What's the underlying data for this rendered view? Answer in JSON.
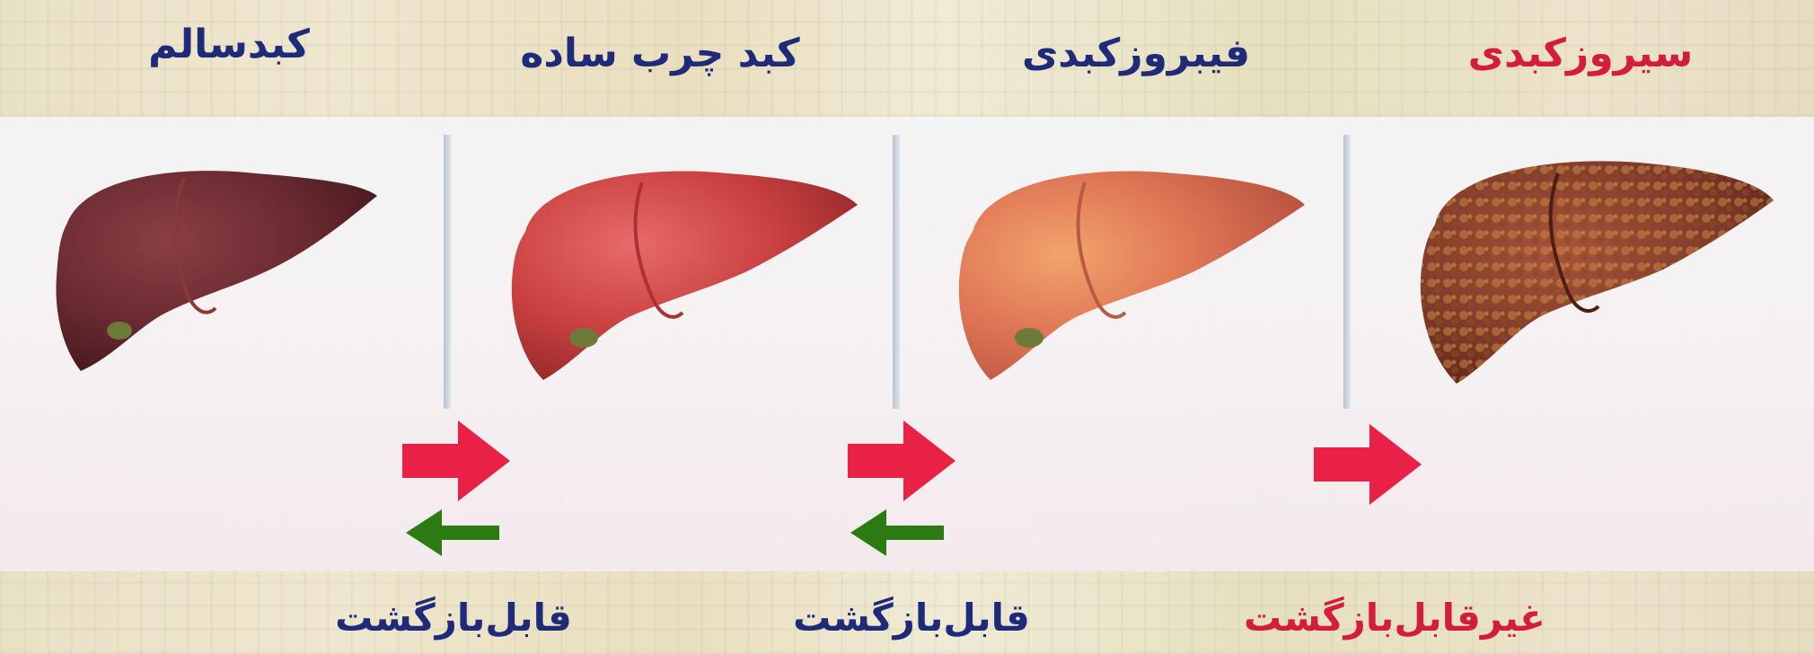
{
  "colors": {
    "title_normal": "#1f2a78",
    "title_alert": "#d41c3c",
    "forward_arrow": "#ea2146",
    "backward_arrow": "#2c7a12"
  },
  "stages": [
    {
      "name": "کبدسالم"
    },
    {
      "name": "کبد چرب ساده"
    },
    {
      "name": "فیبروزکبدی"
    },
    {
      "name": "سیروزکبدی"
    }
  ],
  "transitions": [
    {
      "label": "قابل‌بازگشت"
    },
    {
      "label": "قابل‌بازگشت"
    },
    {
      "label": "غیرقابل‌بازگشت"
    }
  ]
}
